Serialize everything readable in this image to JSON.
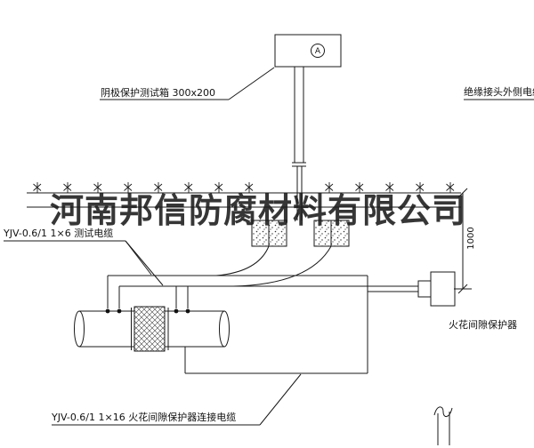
{
  "watermark": {
    "text": "河南邦信防腐材料有限公司"
  },
  "labels": {
    "test_box": "阴极保护测试箱 300x200",
    "outer_cable": "绝缘接头外侧电缆",
    "test_cable": "YJV-0.6/1 1×6  测试电缆",
    "spark_gap": "火花间隙保护器",
    "connect_cable": "YJV-0.6/1 1×16  火花间隙保护器连接电缆",
    "dimension_1000": "1000",
    "meter": "A"
  },
  "colors": {
    "line": "#1a1a1a",
    "text": "#111111",
    "watermark": "#1b1b1b",
    "background": "#ffffff"
  }
}
